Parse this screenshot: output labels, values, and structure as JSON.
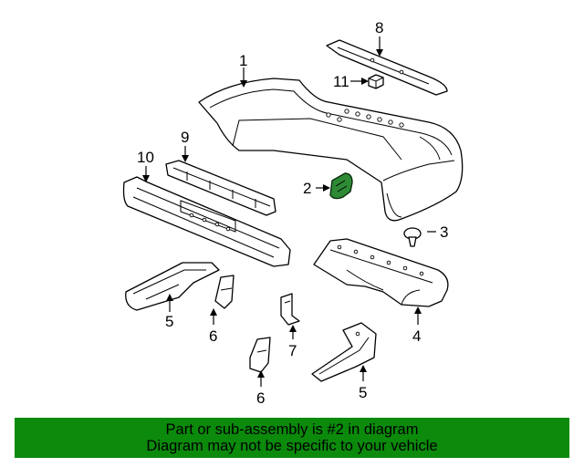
{
  "callouts": [
    {
      "id": "c1",
      "label": "1"
    },
    {
      "id": "c2",
      "label": "2"
    },
    {
      "id": "c3",
      "label": "3"
    },
    {
      "id": "c4",
      "label": "4"
    },
    {
      "id": "c5a",
      "label": "5"
    },
    {
      "id": "c5b",
      "label": "5"
    },
    {
      "id": "c6a",
      "label": "6"
    },
    {
      "id": "c6b",
      "label": "6"
    },
    {
      "id": "c7",
      "label": "7"
    },
    {
      "id": "c8",
      "label": "8"
    },
    {
      "id": "c9",
      "label": "9"
    },
    {
      "id": "c10",
      "label": "10"
    },
    {
      "id": "c11",
      "label": "11"
    }
  ],
  "highlighted_part": "2",
  "colors": {
    "highlight": "#2e8a35",
    "banner": "#0b8a0b",
    "line": "#000000"
  },
  "banner": {
    "line1": "Part or sub-assembly is #2 in diagram",
    "line2": "Diagram may not be specific to your vehicle"
  }
}
